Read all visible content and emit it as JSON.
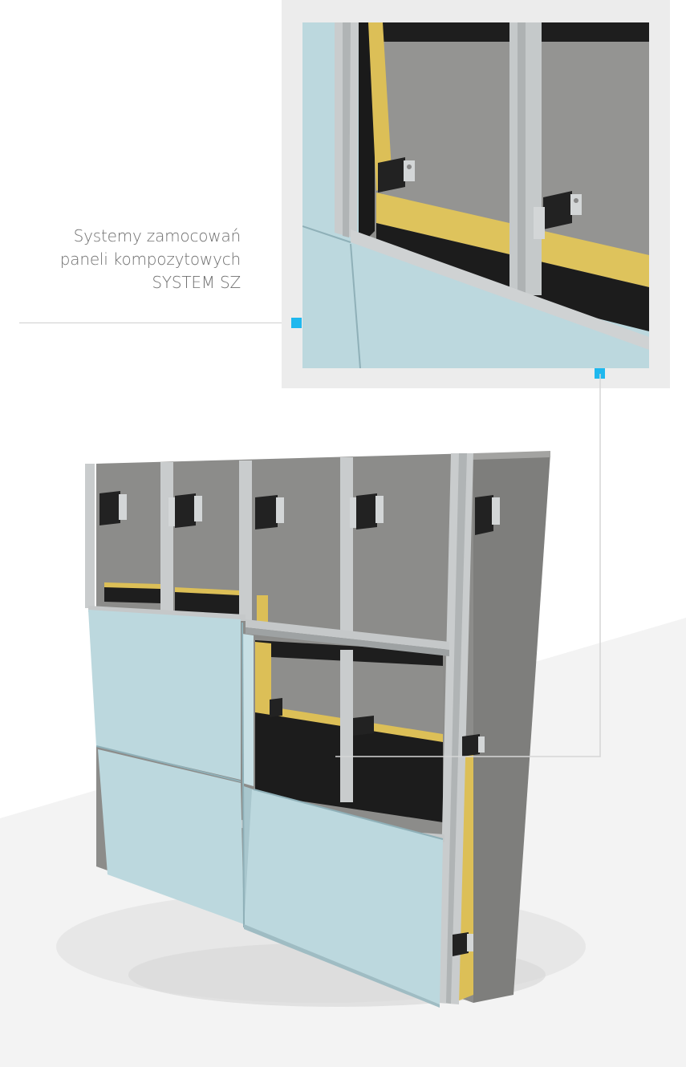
{
  "caption": {
    "line1": "Systemy zamocowań",
    "line2": "paneli kompozytowych",
    "line3": "SYSTEM SZ"
  },
  "colors": {
    "accent_marker": "#1fb8ee",
    "panel": "#bcd8de",
    "concrete": "#8a8a88",
    "insulation": "#e0c45a",
    "profile": "#c9cccd",
    "bracket": "#222222",
    "frame": "#ececec",
    "caption_text": "#6f6f6f"
  },
  "icons": {
    "marker": "square-marker-icon",
    "bracket": "wall-bracket-icon"
  }
}
